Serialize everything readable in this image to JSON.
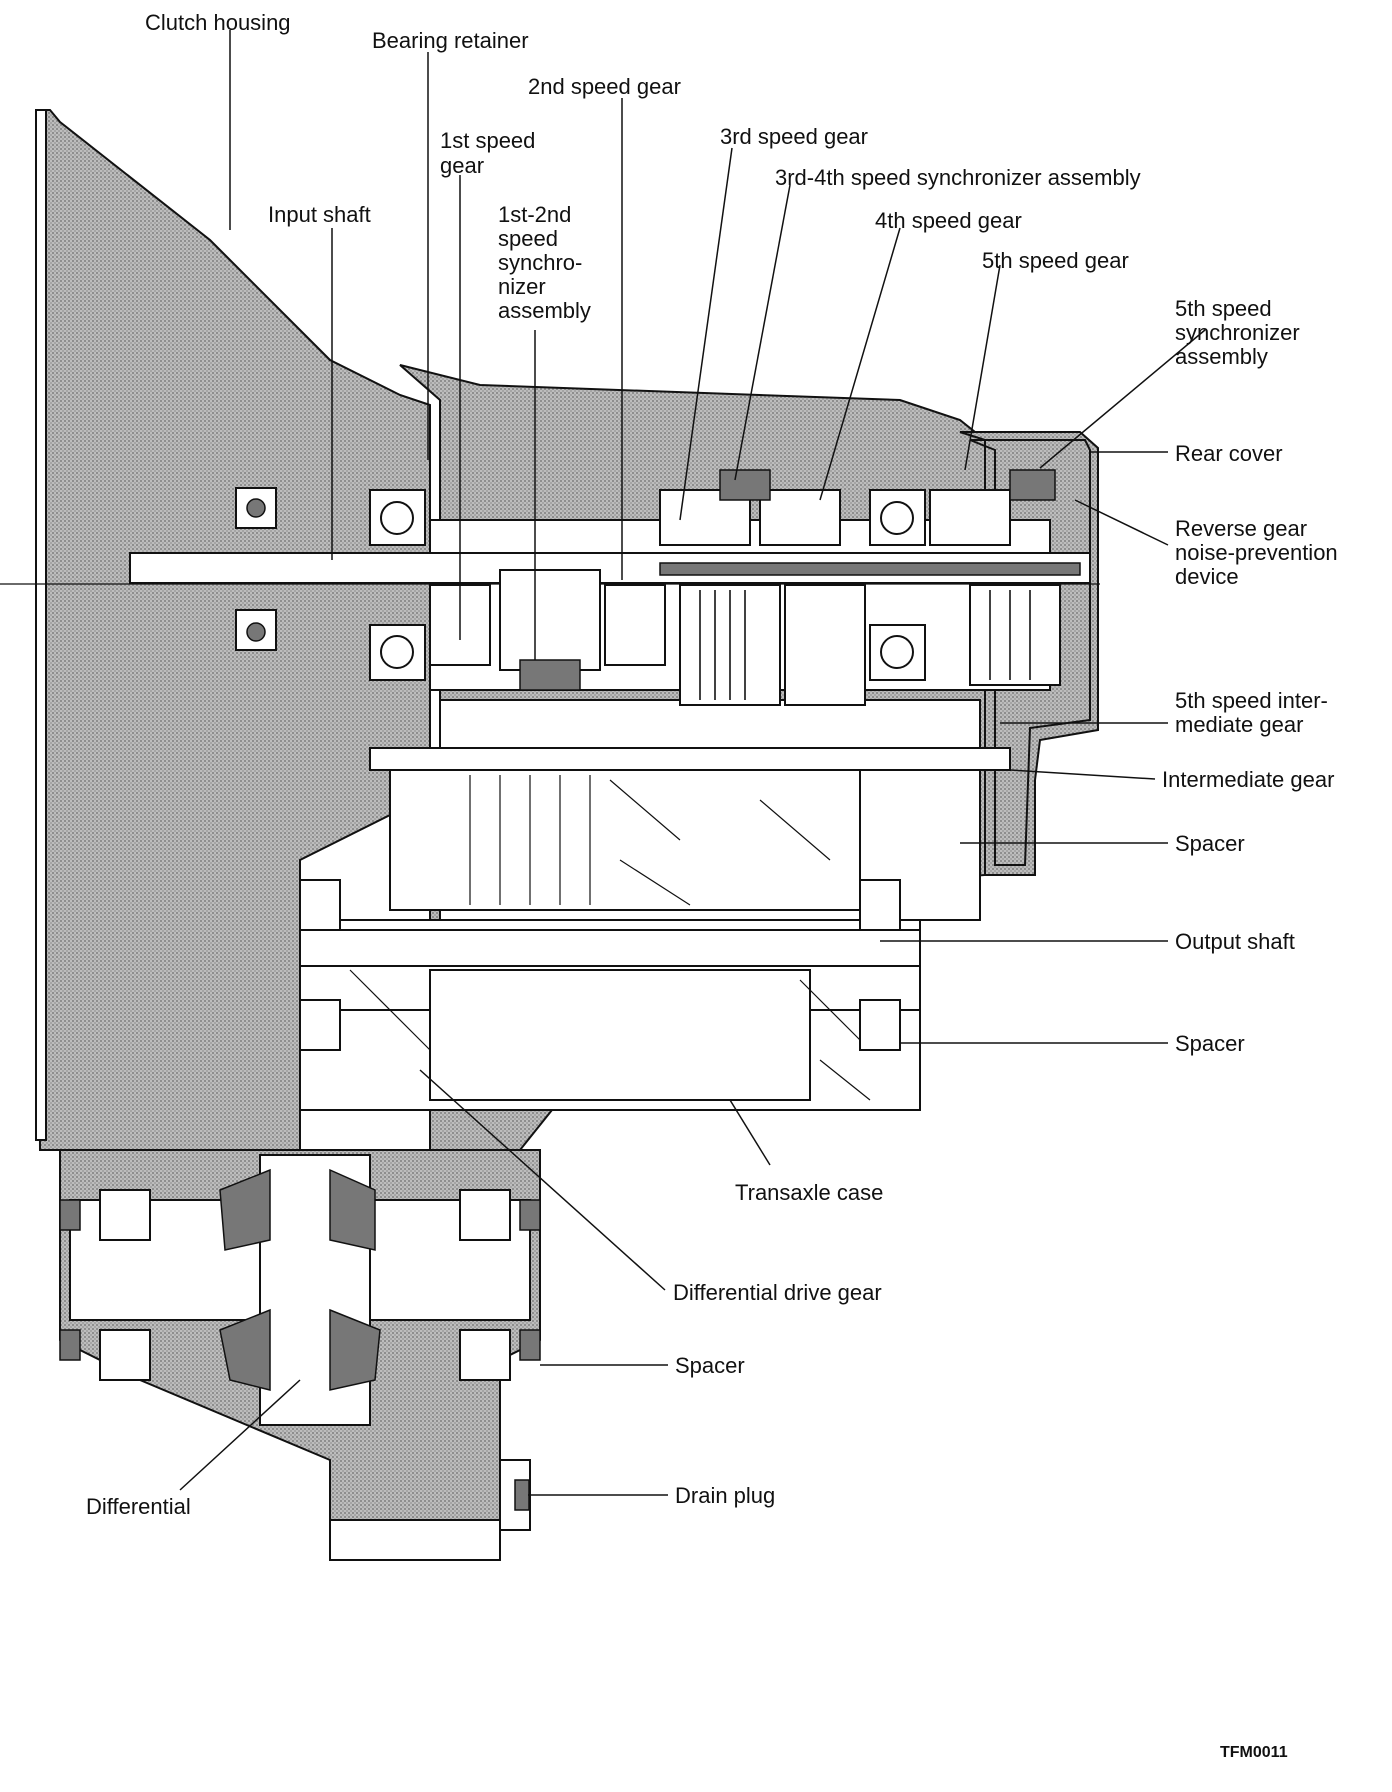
{
  "diagram": {
    "labels": {
      "clutch_housing": "Clutch housing",
      "bearing_retainer": "Bearing retainer",
      "second_speed_gear": "2nd speed gear",
      "first_speed_gear_1": "1st speed",
      "first_speed_gear_2": "gear",
      "third_speed_gear": "3rd speed gear",
      "sync_34": "3rd-4th speed synchronizer assembly",
      "input_shaft": "Input shaft",
      "sync_12_1": "1st-2nd",
      "sync_12_2": "speed",
      "sync_12_3": "synchro-",
      "sync_12_4": "nizer",
      "sync_12_5": "assembly",
      "fourth_speed_gear": "4th speed gear",
      "fifth_speed_gear": "5th speed gear",
      "sync_5_1": "5th speed",
      "sync_5_2": "synchronizer",
      "sync_5_3": "assembly",
      "rear_cover": "Rear cover",
      "reverse_1": "Reverse gear",
      "reverse_2": "noise-prevention",
      "reverse_3": "device",
      "fifth_inter_1": "5th speed inter-",
      "fifth_inter_2": "mediate gear",
      "intermediate_gear": "Intermediate gear",
      "spacer_upper": "Spacer",
      "output_shaft": "Output shaft",
      "spacer_lower": "Spacer",
      "transaxle_case": "Transaxle case",
      "diff_drive_gear": "Differential drive gear",
      "spacer_diff": "Spacer",
      "drain_plug": "Drain plug",
      "differential": "Differential"
    },
    "figure_code": "TFM0011"
  }
}
